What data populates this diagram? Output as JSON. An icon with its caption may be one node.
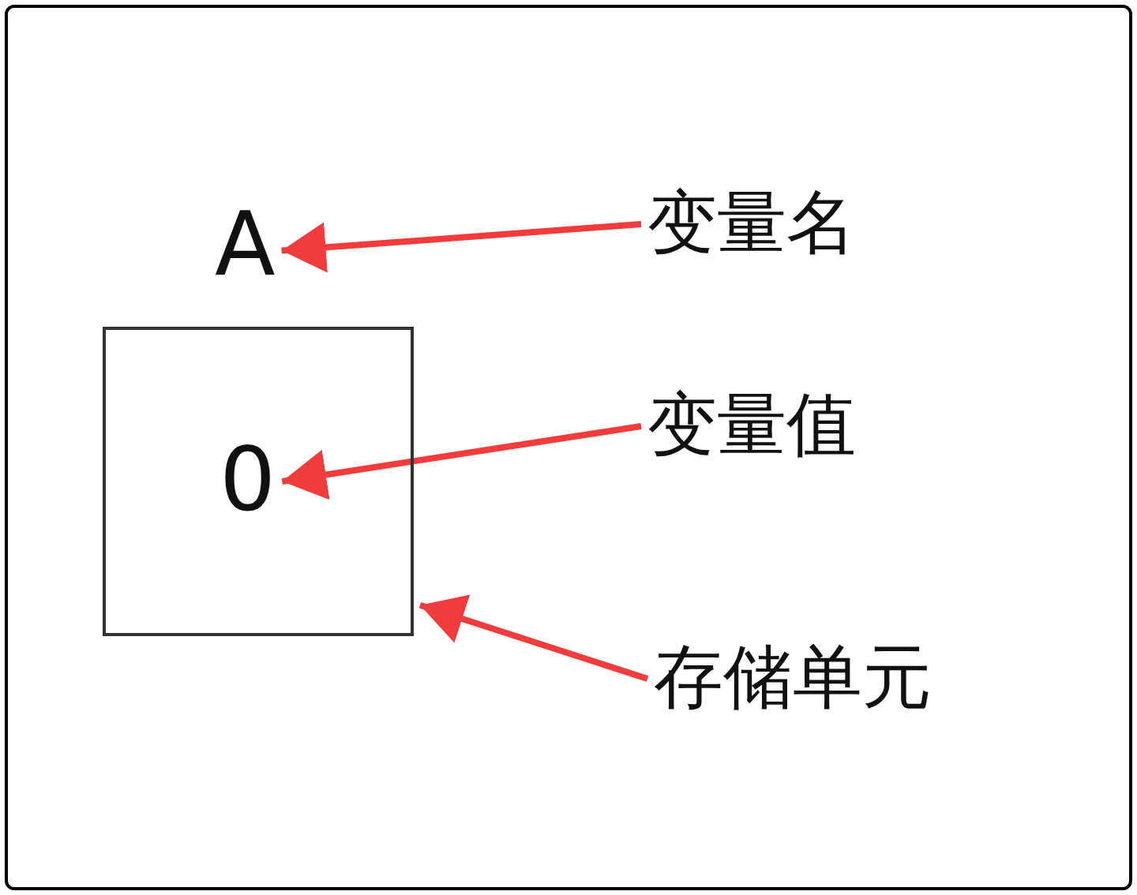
{
  "diagram": {
    "nodes": [
      {
        "text": [
          "A"
        ]
      },
      {
        "text": [],
        "shape": "box"
      },
      {
        "text": [
          "0"
        ],
        "in": 1
      },
      {
        "text": [
          "变量名"
        ]
      },
      {
        "text": [
          "变量值"
        ]
      },
      {
        "text": [
          "存储单元"
        ]
      }
    ],
    "edges": [
      {
        "from": 3,
        "to": 0,
        "arrow": "to",
        "color": "#f03c3c"
      },
      {
        "from": 4,
        "to": 2,
        "arrow": "to",
        "color": "#f03c3c"
      },
      {
        "from": 5,
        "to": 1,
        "arrow": "to",
        "color": "#f03c3c"
      }
    ]
  }
}
